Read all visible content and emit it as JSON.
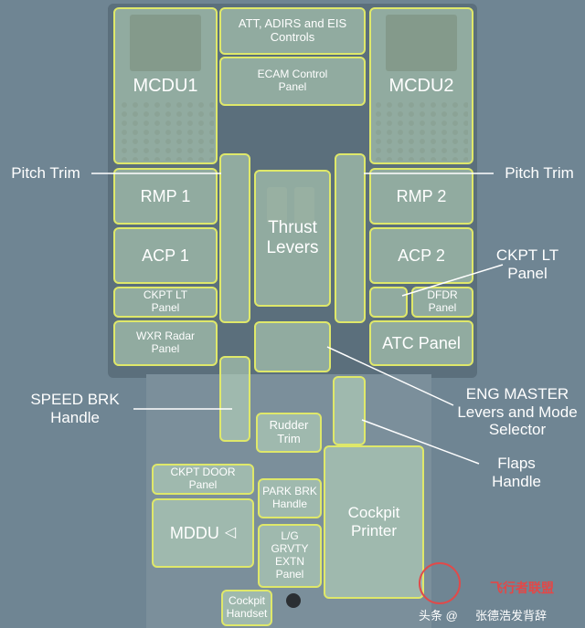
{
  "panels": {
    "att_adirs": "ATT, ADIRS and EIS Controls",
    "ecam": "ECAM Control Panel",
    "mcdu1": "MCDU1",
    "mcdu2": "MCDU2",
    "rmp1": "RMP 1",
    "rmp2": "RMP 2",
    "thrust": "Thrust Levers",
    "acp1": "ACP 1",
    "acp2": "ACP 2",
    "ckpt_lt_left": "CKPT LT Panel",
    "dfdr": "DFDR Panel",
    "wxr": "WXR Radar Panel",
    "atc": "ATC Panel",
    "rudder": "Rudder Trim",
    "ckpt_door": "CKPT DOOR Panel",
    "park_brk": "PARK BRK Handle",
    "cockpit_printer": "Cockpit Printer",
    "mddu": "MDDU",
    "lg_grvty": "L/G GRVTY EXTN Panel",
    "cockpit_handset": "Cockpit Handset"
  },
  "callouts": {
    "pitch_trim_left": "Pitch Trim",
    "pitch_trim_right": "Pitch Trim",
    "ckpt_lt_right": "CKPT LT Panel",
    "speed_brk": "SPEED BRK Handle",
    "eng_master": "ENG MASTER Levers and Mode Selector",
    "flaps": "Flaps Handle"
  },
  "watermark": {
    "left": "头条 @",
    "right": "张德浩发背辞",
    "brand": "飞行者联盟"
  },
  "colors": {
    "highlight_border": "#dfe86a",
    "highlight_fill": "#bedcbe",
    "background": "#6f8593",
    "brand_red": "#e24848"
  }
}
